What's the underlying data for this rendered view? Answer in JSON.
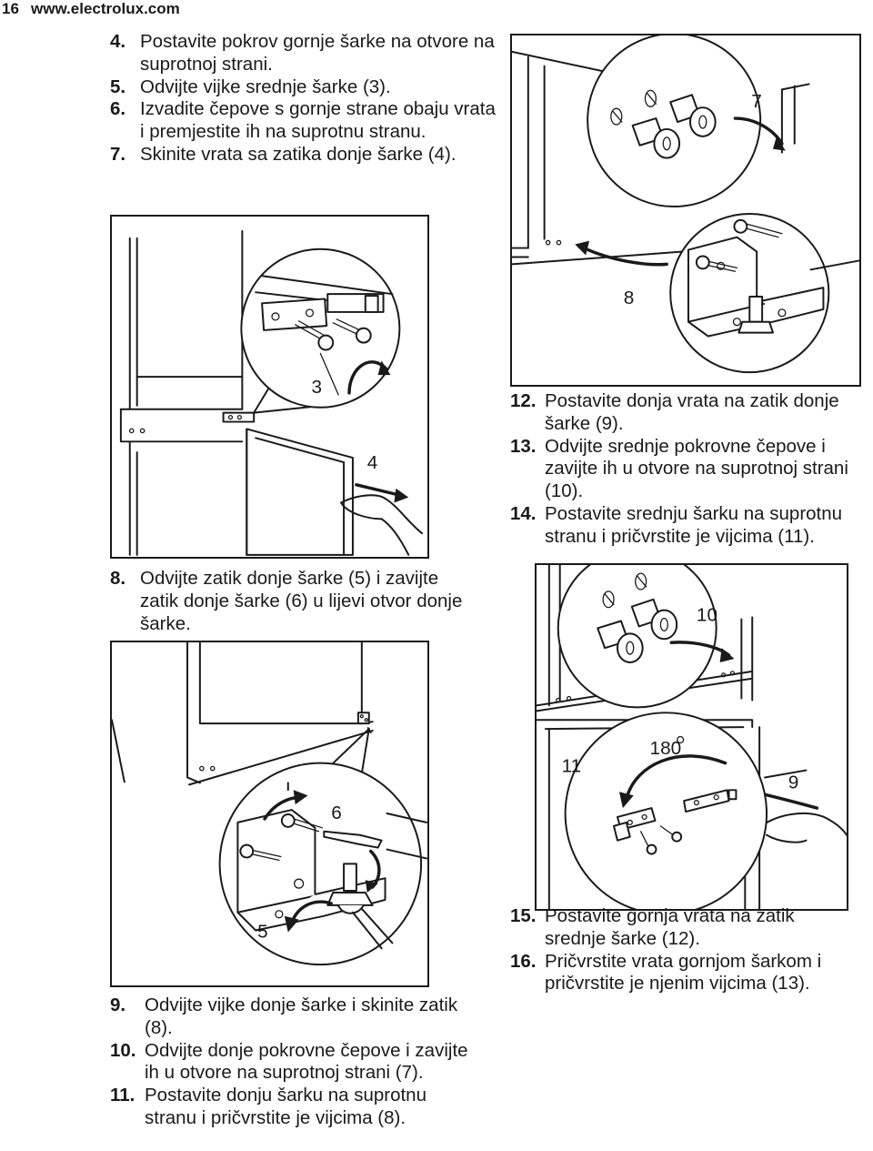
{
  "header": {
    "page_number": "16",
    "website": "www.electrolux.com"
  },
  "steps_a": [
    {
      "num": "4.",
      "text": "Postavite pokrov gornje šarke na otvore na suprotnoj strani."
    },
    {
      "num": "5.",
      "text": "Odvijte vijke srednje šarke (3)."
    },
    {
      "num": "6.",
      "text": "Izvadite čepove s gornje strane obaju vrata i premjestite ih na suprotnu stranu."
    },
    {
      "num": "7.",
      "text": "Skinite vrata sa zatika donje šarke (4)."
    }
  ],
  "steps_b": [
    {
      "num": "8.",
      "text": "Odvijte zatik donje šarke (5) i zavijte zatik donje šarke (6) u lijevi otvor donje šarke."
    }
  ],
  "steps_c": [
    {
      "num": "9.",
      "text": "Odvijte vijke donje šarke i skinite zatik (8)."
    },
    {
      "num": "10.",
      "text": "Odvijte donje pokrovne čepove i zavijte ih u otvore na suprotnoj strani (7)."
    },
    {
      "num": "11.",
      "text": "Postavite donju šarku na suprotnu stranu i pričvrstite je vijcima (8)."
    }
  ],
  "steps_d": [
    {
      "num": "12.",
      "text": "Postavite donja vrata na zatik donje šarke (9)."
    },
    {
      "num": "13.",
      "text": "Odvijte srednje pokrovne čepove i zavijte ih u otvore na suprotnoj strani (10)."
    },
    {
      "num": "14.",
      "text": "Postavite srednju šarku na suprotnu stranu i pričvrstite je vijcima (11)."
    }
  ],
  "steps_e": [
    {
      "num": "15.",
      "text": "Postavite gornja vrata na zatik srednje šarke (12)."
    },
    {
      "num": "16.",
      "text": "Pričvrstite vrata gornjom šarkom i pričvrstite je njenim vijcima (13)."
    }
  ],
  "figures": {
    "fig_doors": {
      "label_a": "3",
      "label_b": "4"
    },
    "fig_bottom_hinge": {
      "label_a": "6",
      "label_b": "5"
    },
    "fig_plugs": {
      "label_a": "7",
      "label_b": "8"
    },
    "fig_middle": {
      "label_a": "10",
      "label_b": "11",
      "label_c": "180",
      "label_d": "9"
    }
  }
}
